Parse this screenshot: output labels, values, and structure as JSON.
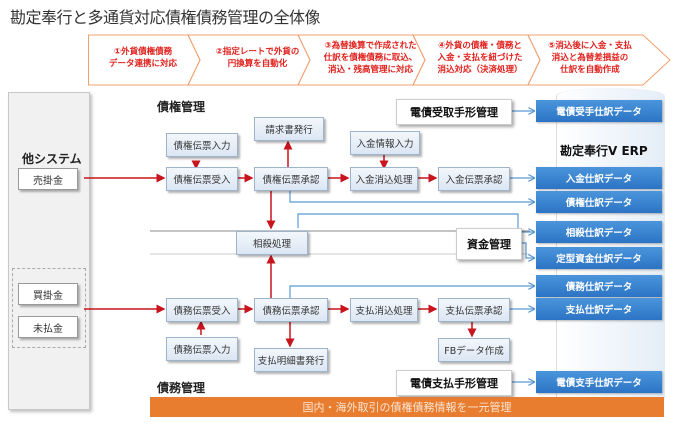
{
  "title": "勘定奉行と多通貨対応債権債務管理の全体像",
  "steps": [
    {
      "lines": [
        "①外貨債権債務",
        "データ連携に対応"
      ]
    },
    {
      "lines": [
        "②指定レートで外貨の",
        "円換算を自動化"
      ]
    },
    {
      "lines": [
        "③為替換算で作成された",
        "仕訳を債権債務に取込、",
        "消込・残高管理に対応"
      ]
    },
    {
      "lines": [
        "④外貨の債権・債務と",
        "入金・支払を紐づけた",
        "消込対応（決済処理）"
      ]
    },
    {
      "lines": [
        "⑤消込後に入金・支払",
        "消込と為替差損益の",
        "仕訳を自動作成"
      ]
    }
  ],
  "other_system": {
    "label": "他システム",
    "receivable": "売掛金",
    "payable1": "買掛金",
    "payable2": "未払金"
  },
  "receivables": {
    "label": "債権管理",
    "input": "債権伝票入力",
    "invoice": "請求書発行",
    "receive": "債権伝票受入",
    "approve": "債権伝票承認",
    "payment_input": "入金情報入力",
    "matching": "入金消込処理",
    "payment_approve": "入金伝票承認",
    "e_bill": "電債受取手形管理"
  },
  "offset": "相殺処理",
  "funds": "資金管理",
  "payables": {
    "label": "債務管理",
    "receive": "債務伝票受入",
    "approve": "債務伝票承認",
    "input": "債務伝票入力",
    "statement": "支払明細書発行",
    "matching": "支払消込処理",
    "payment_approve": "支払伝票承認",
    "fb": "FBデータ作成",
    "e_bill": "電債支払手形管理"
  },
  "erp": {
    "label": "勘定奉行V ERP",
    "bars": [
      "電債受手仕訳データ",
      "入金仕訳データ",
      "債権仕訳データ",
      "相殺仕訳データ",
      "定型資金仕訳データ",
      "債務仕訳データ",
      "支払仕訳データ",
      "電債支手仕訳データ"
    ]
  },
  "footer": "国内・海外取引の債権債務情報を一元管理",
  "colors": {
    "accent_orange": "#e87d2f",
    "flow_red": "#c8141c",
    "erp_blue": "#2c74c4",
    "link_blue": "#5b9bd5"
  }
}
